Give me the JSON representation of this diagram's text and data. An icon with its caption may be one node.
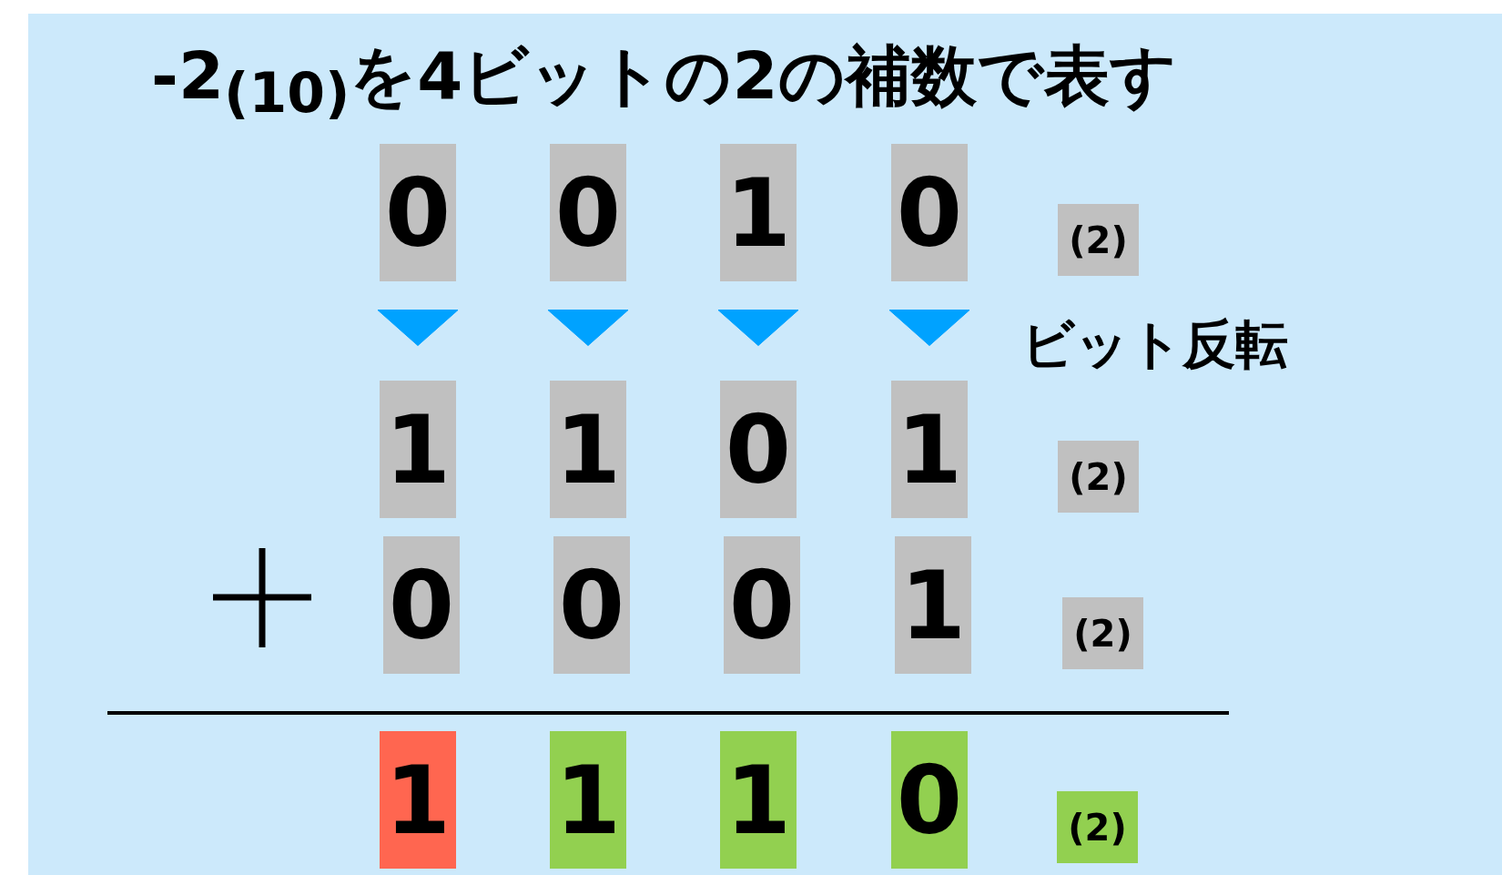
{
  "diagram": {
    "title": "-2$_{(10)}$を4ビットの2の補数で表す",
    "nodes": [
      {
        "text": [
          "0"
        ]
      },
      {
        "text": [
          "0"
        ]
      },
      {
        "text": [
          "1"
        ]
      },
      {
        "text": [
          "0"
        ]
      },
      {
        "text": [
          "(2)"
        ]
      },
      {
        "text": [
          "1"
        ]
      },
      {
        "text": [
          "1"
        ]
      },
      {
        "text": [
          "0"
        ]
      },
      {
        "text": [
          "1"
        ]
      },
      {
        "text": [
          "(2)"
        ]
      },
      {
        "text": [
          "0"
        ]
      },
      {
        "text": [
          "0"
        ]
      },
      {
        "text": [
          "0"
        ]
      },
      {
        "text": [
          "1"
        ]
      },
      {
        "text": [
          "(2)"
        ]
      },
      {
        "text": [
          "1"
        ]
      },
      {
        "text": [
          "1"
        ]
      },
      {
        "text": [
          "1"
        ]
      },
      {
        "text": [
          "0"
        ]
      },
      {
        "text": [
          "(2)"
        ]
      }
    ],
    "edges": [
      {
        "from": 0,
        "to": 5,
        "arrow": "to"
      },
      {
        "from": 1,
        "to": 6,
        "arrow": "to"
      },
      {
        "from": 2,
        "to": 7,
        "arrow": "to"
      },
      {
        "from": 3,
        "to": 8,
        "arrow": "to"
      }
    ],
    "labels": [
      "ビット反転"
    ]
  }
}
